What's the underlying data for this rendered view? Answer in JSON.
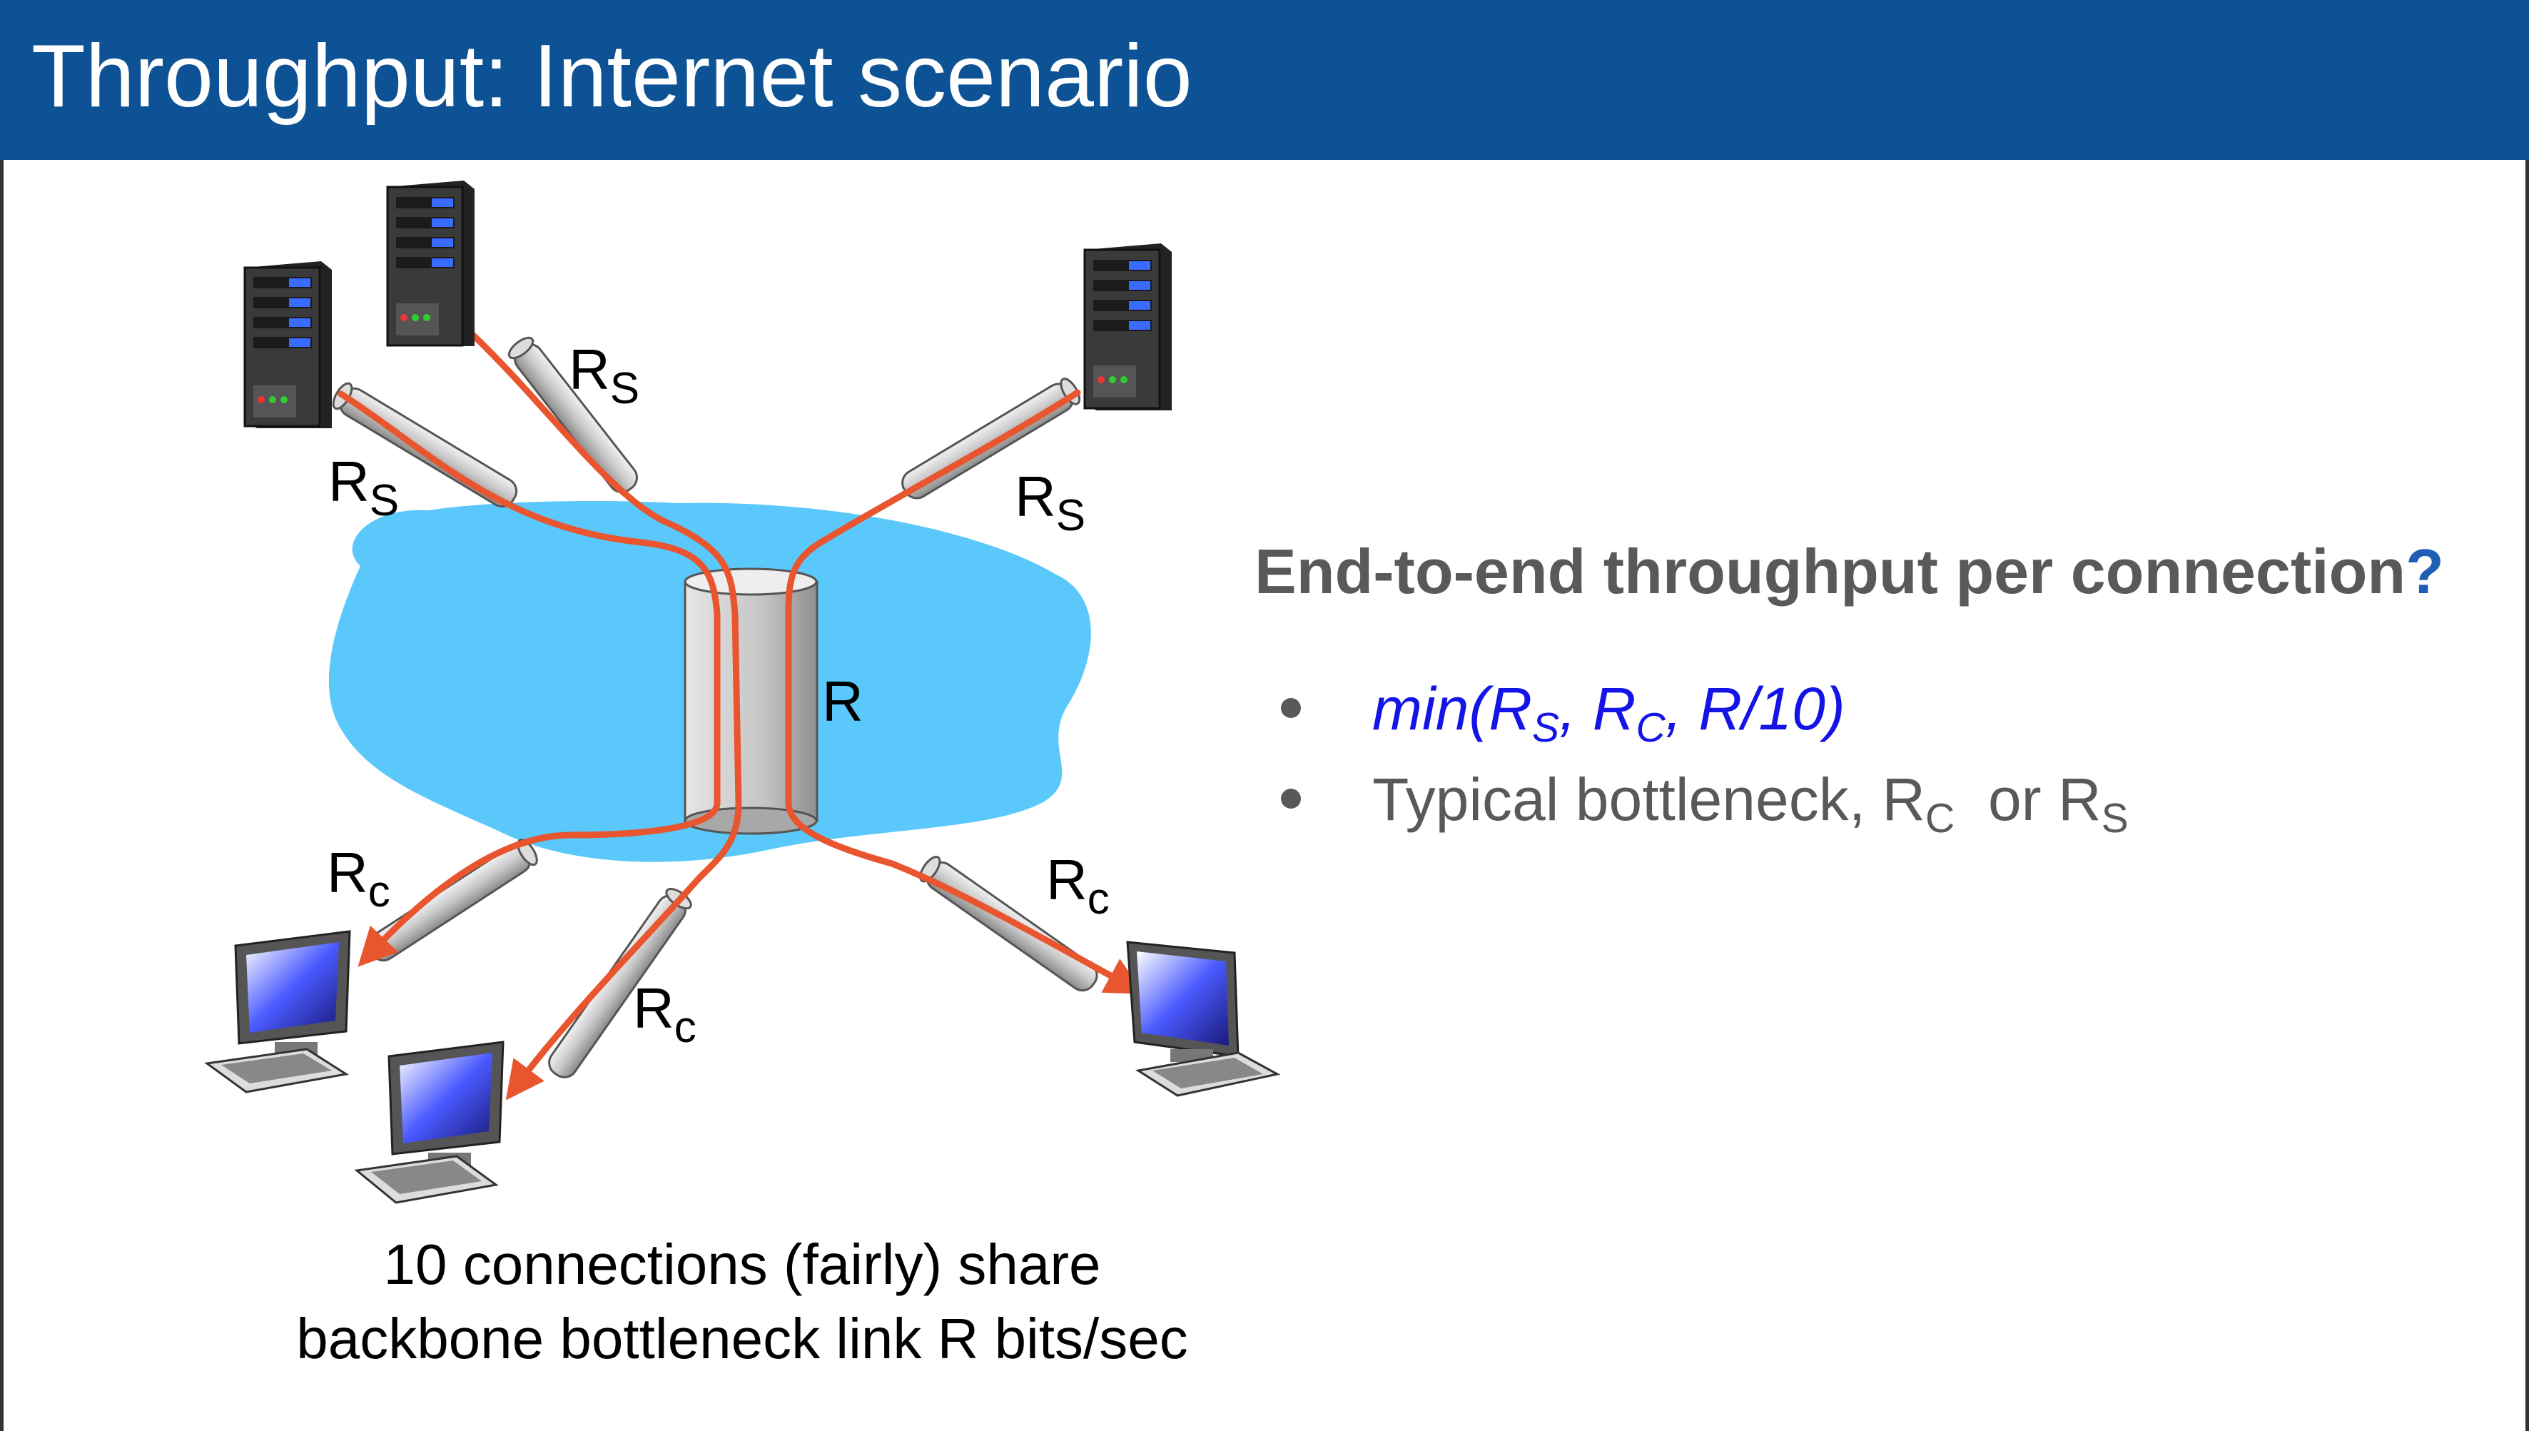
{
  "title": "Throughput: Internet scenario",
  "heading": {
    "text": "End-to-end throughput per connection",
    "mark": "?"
  },
  "bullets": [
    {
      "pre": "min(R",
      "s1": "S",
      "mid1": ", R",
      "s2": "C",
      "post": ", R/10)"
    },
    {
      "pre": "Typical bottleneck, R",
      "s1": "C",
      "mid1": "  or R",
      "s2": "S"
    }
  ],
  "diagram": {
    "link_r": "R",
    "r_base": "R",
    "server_sub": "S",
    "client_sub": "c",
    "caption_line1": "10 connections (fairly) share",
    "caption_line2": "backbone bottleneck link R bits/sec"
  },
  "colors": {
    "title_bar": "#0d5294",
    "cloud": "#5ac8fa",
    "flow": "#e8552e",
    "heading_mark": "#1e5fb4",
    "formula": "#1414e6"
  }
}
